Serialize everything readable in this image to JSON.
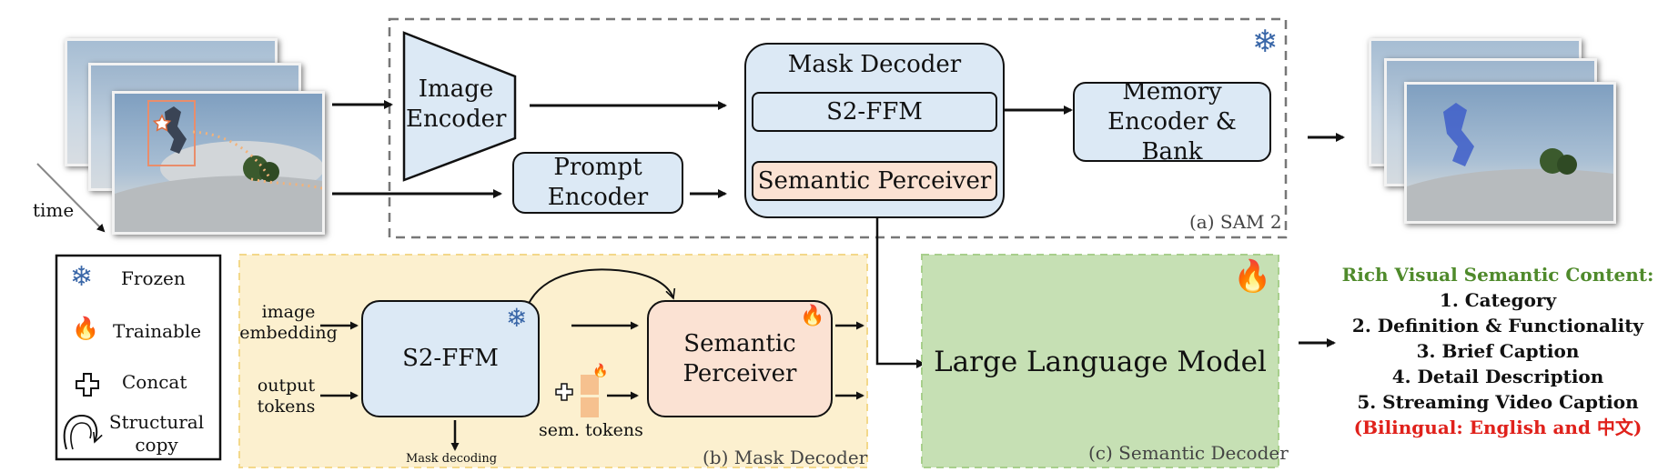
{
  "input": {
    "time_label": "time"
  },
  "sam2": {
    "image_encoder": "Image\nEncoder",
    "prompt_encoder": "Prompt\nEncoder",
    "mask_decoder_title": "Mask Decoder",
    "s2ffm": "S2-FFM",
    "semantic_perceiver": "Semantic Perceiver",
    "memory": "Memory\nEncoder & Bank",
    "caption": "(a) SAM 2"
  },
  "legend": {
    "frozen": "Frozen",
    "trainable": "Trainable",
    "concat": "Concat",
    "structural_copy": "Structural\ncopy"
  },
  "mask_decoder_detail": {
    "image_embedding": "image\nembedding",
    "output_tokens": "output\ntokens",
    "s2ffm": "S2-FFM",
    "semantic_perceiver": "Semantic\nPerceiver",
    "sem_tokens": "sem. tokens",
    "mask_decoding": "Mask decoding",
    "caption": "(b) Mask Decoder"
  },
  "semantic_decoder": {
    "llm": "Large Language Model",
    "caption": "(c) Semantic Decoder"
  },
  "rich_content": {
    "title": "Rich Visual Semantic Content:",
    "items": [
      "1. Category",
      "2. Definition & Functionality",
      "3. Brief Caption",
      "4. Detail Description",
      "5. Streaming Video Caption"
    ],
    "bilingual": "(Bilingual: English and 中文)"
  },
  "colors": {
    "blue_box": "#dce9f5",
    "peach_box": "#fbe2d3",
    "yellow_panel": "#fcf0cf",
    "green_panel": "#c6e0b4",
    "green_text": "#4f8a2b",
    "red_text": "#e0211b",
    "frame_box": "#e98d6b"
  }
}
